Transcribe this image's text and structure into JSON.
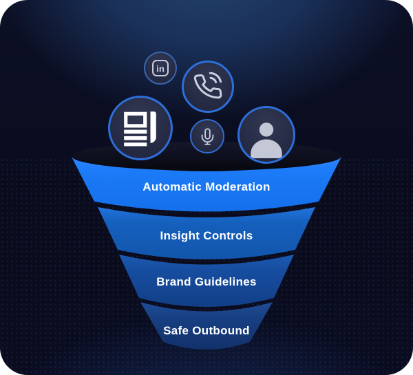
{
  "diagram": {
    "type": "funnel",
    "stages": [
      {
        "label": "Automatic Moderation",
        "color": "#1C7BF8"
      },
      {
        "label": "Insight Controls",
        "color": "#1560BD"
      },
      {
        "label": "Brand Guidelines",
        "color": "#164C9E"
      },
      {
        "label": "Safe Outbound",
        "color": "#173E80"
      }
    ],
    "input_icons": [
      "linkedin-icon",
      "phone-call-icon",
      "newspaper-icon",
      "microphone-icon",
      "person-icon"
    ],
    "linkedin_glyph_text": "in"
  },
  "chart_data": {
    "type": "funnel",
    "stages": [
      "Automatic Moderation",
      "Insight Controls",
      "Brand Guidelines",
      "Safe Outbound"
    ],
    "title": "",
    "legend": "none"
  },
  "colors": {
    "card_glow_top": "#24456F",
    "card_base": "#0A0C1E",
    "funnel_mouth": "#0B0D1C",
    "icon_ring": "#2D6FD9",
    "icon_fill": "#272C47",
    "glyph_light": "#CCD1E0",
    "glyph_white": "#FFFFFF",
    "person_glyph": "#C4C8D6",
    "label_text": "#FFFFFF"
  }
}
